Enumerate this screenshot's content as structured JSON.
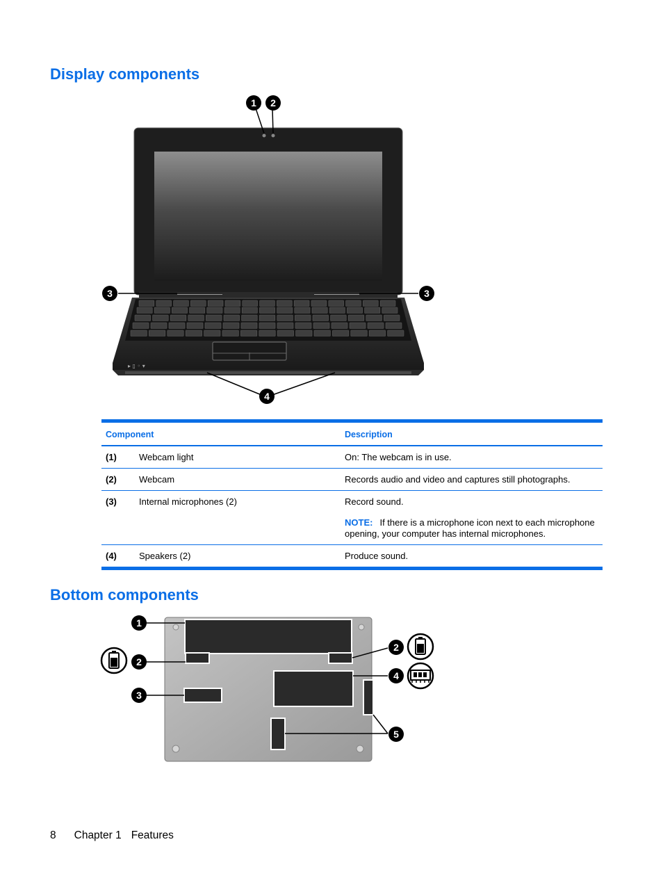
{
  "sections": {
    "display_title": "Display components",
    "bottom_title": "Bottom components"
  },
  "callouts": {
    "display": [
      "1",
      "2",
      "3",
      "3",
      "4"
    ],
    "bottom": [
      "1",
      "2",
      "2",
      "3",
      "4",
      "5"
    ]
  },
  "table": {
    "headers": [
      "Component",
      "Description"
    ],
    "rows": [
      {
        "num": "(1)",
        "component": "Webcam light",
        "description": "On: The webcam is in use."
      },
      {
        "num": "(2)",
        "component": "Webcam",
        "description": "Records audio and video and captures still photographs."
      },
      {
        "num": "(3)",
        "component": "Internal microphones (2)",
        "description": "Record sound.",
        "note_label": "NOTE:",
        "note_text": "If there is a microphone icon next to each microphone opening, your computer has internal microphones."
      },
      {
        "num": "(4)",
        "component": "Speakers (2)",
        "description": "Produce sound."
      }
    ]
  },
  "footer": {
    "page_number": "8",
    "chapter": "Chapter 1",
    "chapter_title": "Features"
  },
  "colors": {
    "accent": "#0a6ee6"
  },
  "icons": [
    "battery-icon",
    "memory-module-icon"
  ]
}
